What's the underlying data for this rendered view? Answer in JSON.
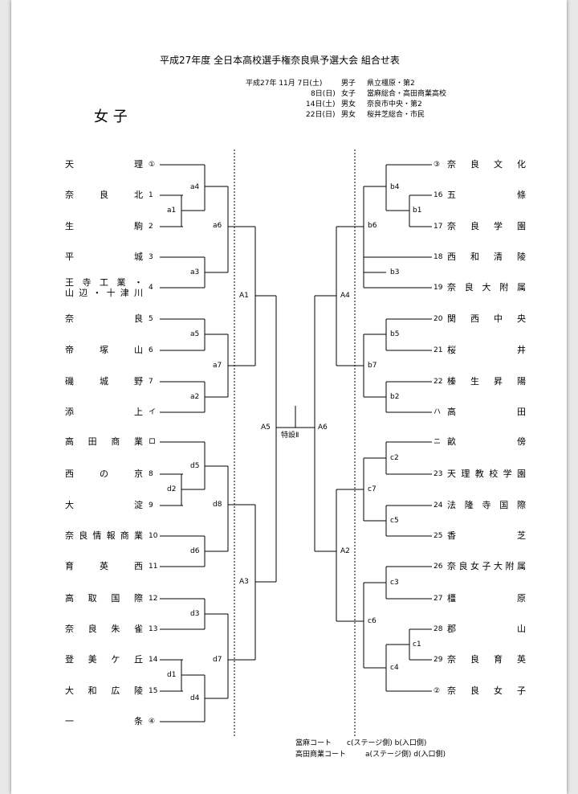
{
  "title": "平成27年度  全日本高校選手権奈良県予選大会  組合せ表",
  "schedule": [
    {
      "date": "平成27年  11月    7日(土)",
      "gender": "男子",
      "venue": "県立橿原・第2"
    },
    {
      "date": "8日(日)",
      "gender": "女子",
      "venue": "當麻総合・高田商業高校"
    },
    {
      "date": "14日(土)",
      "gender": "男女",
      "venue": "奈良市中央・第2"
    },
    {
      "date": "22日(日)",
      "gender": "男女",
      "venue": "桜井芝総合・市民"
    }
  ],
  "division": "女  子",
  "left_teams": [
    {
      "name": "天理",
      "seed": "①"
    },
    {
      "name": "奈良北",
      "seed": "1"
    },
    {
      "name": "生駒",
      "seed": "2"
    },
    {
      "name": "平城",
      "seed": "3"
    },
    {
      "name": "王寺工業・",
      "name2": "山辺・十津川",
      "seed": "4"
    },
    {
      "name": "奈良",
      "seed": "5"
    },
    {
      "name": "帝塚山",
      "seed": "6"
    },
    {
      "name": "磯城野",
      "seed": "7"
    },
    {
      "name": "添上",
      "seed": "イ"
    },
    {
      "name": "高田商業",
      "seed": "ロ"
    },
    {
      "name": "西の京",
      "seed": "8"
    },
    {
      "name": "大淀",
      "seed": "9"
    },
    {
      "name": "奈良情報商業",
      "seed": "10"
    },
    {
      "name": "育英西",
      "seed": "11"
    },
    {
      "name": "高取国際",
      "seed": "12"
    },
    {
      "name": "奈良朱雀",
      "seed": "13"
    },
    {
      "name": "登美ケ丘",
      "seed": "14"
    },
    {
      "name": "大和広陵",
      "seed": "15"
    },
    {
      "name": "一条",
      "seed": "④"
    }
  ],
  "right_teams": [
    {
      "name": "奈良文化",
      "seed": "③"
    },
    {
      "name": "五條",
      "seed": "16"
    },
    {
      "name": "奈良学園",
      "seed": "17"
    },
    {
      "name": "西和清陵",
      "seed": "18"
    },
    {
      "name": "奈良大附属",
      "seed": "19"
    },
    {
      "name": "関西中央",
      "seed": "20"
    },
    {
      "name": "桜井",
      "seed": "21"
    },
    {
      "name": "榛生昇陽",
      "seed": "22"
    },
    {
      "name": "高田",
      "seed": "ハ"
    },
    {
      "name": "畝傍",
      "seed": "ニ"
    },
    {
      "name": "天理教校学園",
      "seed": "23"
    },
    {
      "name": "法隆寺国際",
      "seed": "24"
    },
    {
      "name": "香芝",
      "seed": "25"
    },
    {
      "name": "奈良女子大附属",
      "seed": "26"
    },
    {
      "name": "橿原",
      "seed": "27"
    },
    {
      "name": "郡山",
      "seed": "28"
    },
    {
      "name": "奈良育英",
      "seed": "29"
    },
    {
      "name": "奈良女子",
      "seed": "②"
    }
  ],
  "match_labels": {
    "a1": "a1",
    "a2": "a2",
    "a3": "a3",
    "a4": "a4",
    "a5": "a5",
    "a6": "a6",
    "a7": "a7",
    "d1": "d1",
    "d2": "d2",
    "d3": "d3",
    "d4": "d4",
    "d5": "d5",
    "d6": "d6",
    "d7": "d7",
    "d8": "d8",
    "b1": "b1",
    "b2": "b2",
    "b3": "b3",
    "b4": "b4",
    "b5": "b5",
    "b6": "b6",
    "b7": "b7",
    "c1": "c1",
    "c2": "c2",
    "c3": "c3",
    "c4": "c4",
    "c5": "c5",
    "c6": "c6",
    "c7": "c7",
    "A1": "A1",
    "A2": "A2",
    "A3": "A3",
    "A4": "A4",
    "A5": "A5",
    "A6": "A6"
  },
  "final_label": "特設Ⅱ",
  "footer": [
    {
      "court": "當麻コート",
      "text": "c(ステージ側)    b(入口側)"
    },
    {
      "court": "高田商業コート",
      "text": "a(ステージ側)       d(入口側)"
    }
  ]
}
